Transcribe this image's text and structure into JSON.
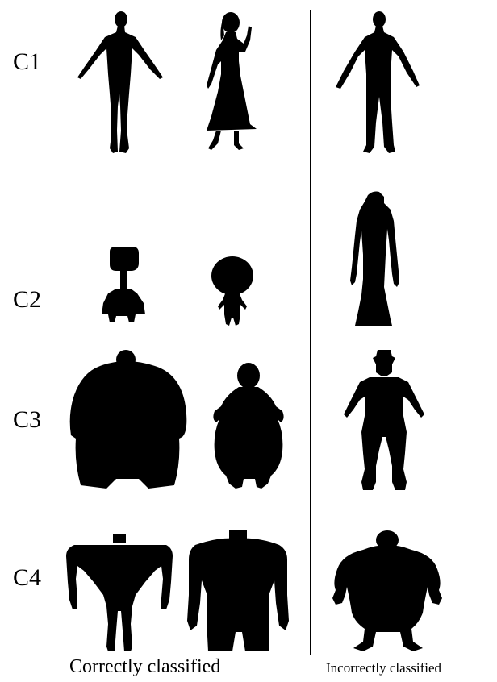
{
  "rows": [
    {
      "label": "C1"
    },
    {
      "label": "C2"
    },
    {
      "label": "C3"
    },
    {
      "label": "C4"
    }
  ],
  "captions": {
    "correct": "Correctly classified",
    "incorrect": "Incorrectly classified"
  },
  "colors": {
    "silhouette": "#000000",
    "background": "#ffffff"
  },
  "icons": [
    "human-tpose-silhouette",
    "woman-dress-silhouette",
    "robot-silhouette",
    "big-head-child-silhouette",
    "large-round-character-silhouette",
    "plump-character-silhouette",
    "armored-character-silhouette",
    "wide-arm-character-silhouette",
    "long-coat-character-silhouette",
    "bulky-character-silhouette"
  ]
}
